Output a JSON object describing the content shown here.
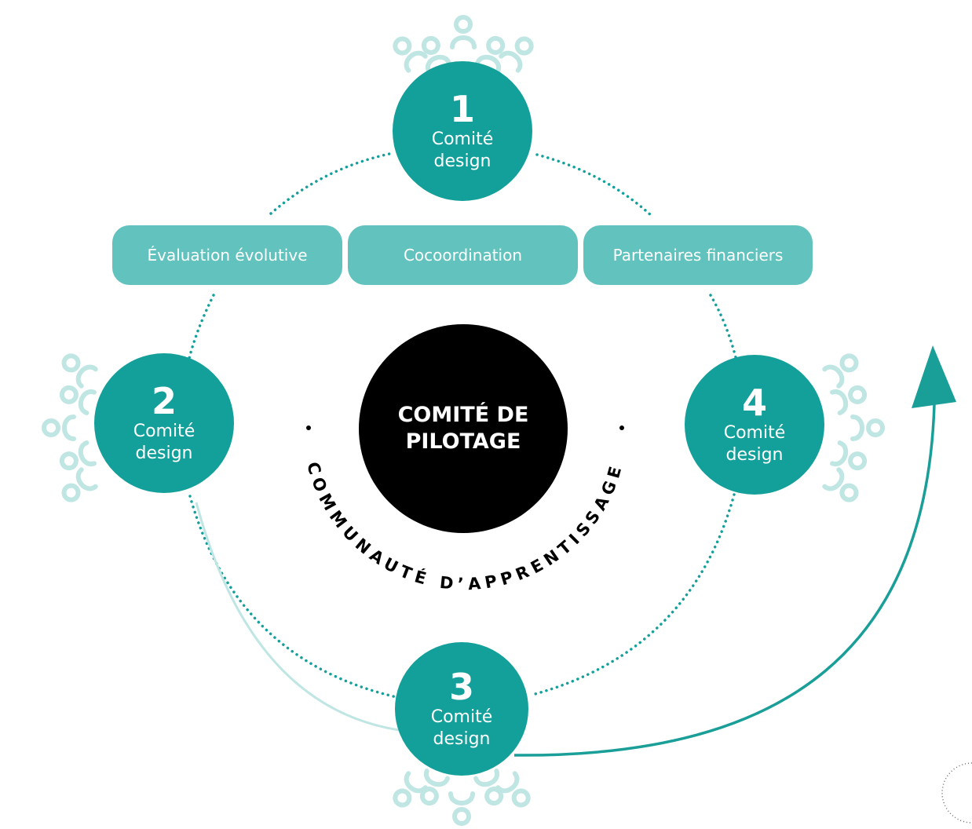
{
  "colors": {
    "teal": "#14a09a",
    "light_teal": "#62c2bd",
    "pale_teal": "#bfe6e3",
    "arrow": "#1a9e98",
    "center": "#000000"
  },
  "steering": {
    "title": "COMITÉ DE PILOTAGE"
  },
  "community": {
    "label": "COMMUNAUTÉ D’APPRENTISSAGE"
  },
  "pills": [
    {
      "label": "Évaluation évolutive"
    },
    {
      "label": "Cocoordination"
    },
    {
      "label": "Partenaires financiers"
    }
  ],
  "committees": [
    {
      "number": "1",
      "label": "Comité design"
    },
    {
      "number": "2",
      "label": "Comité design"
    },
    {
      "number": "3",
      "label": "Comité design"
    },
    {
      "number": "4",
      "label": "Comité design"
    }
  ],
  "icons": [
    "people-group-icon",
    "cycle-arrow-icon",
    "dotted-circle-icon"
  ]
}
